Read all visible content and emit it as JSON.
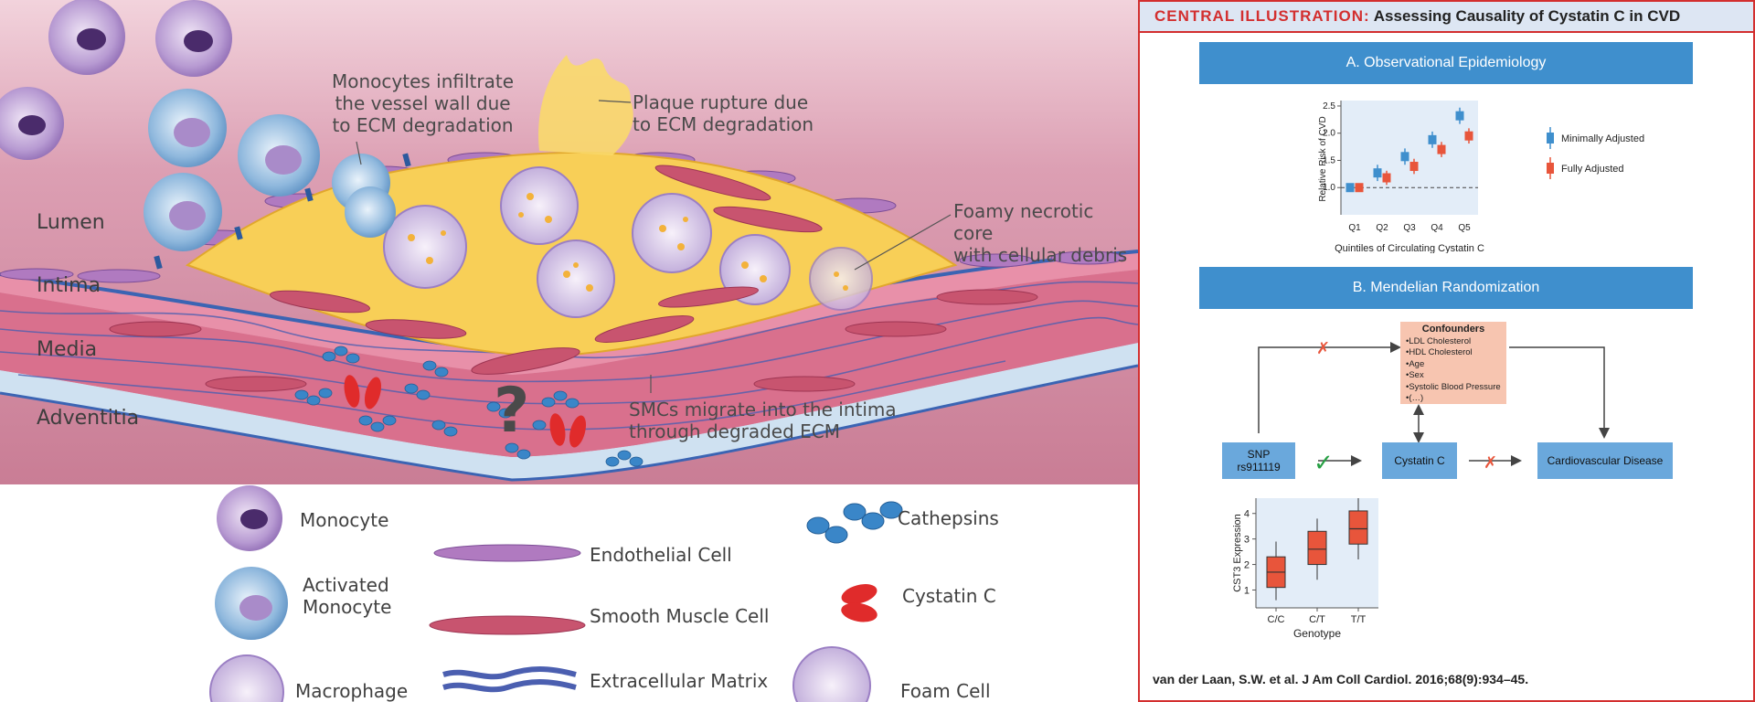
{
  "left_panel": {
    "layers": [
      "Lumen",
      "Intima",
      "Media",
      "Adventitia"
    ],
    "annotations": {
      "monocytes": [
        "Monocytes infiltrate",
        "the vessel wall due",
        "to ECM degradation"
      ],
      "plaque": [
        "Plaque rupture due",
        "to ECM degradation"
      ],
      "foamy": [
        "Foamy necrotic core",
        "with cellular debris"
      ],
      "smc": [
        "SMCs migrate into the intima",
        "through degraded ECM"
      ],
      "question": "?"
    },
    "legend": {
      "monocyte": "Monocyte",
      "activated_monocyte": [
        "Activated",
        "Monocyte"
      ],
      "macrophage": "Macrophage",
      "endothelial": "Endothelial Cell",
      "smooth_muscle": "Smooth Muscle Cell",
      "ecm": "Extracellular Matrix",
      "cathepsins": "Cathepsins",
      "cystatin": "Cystatin C",
      "foam_cell": "Foam Cell"
    }
  },
  "central_illustration": {
    "label": "CENTRAL ILLUSTRATION:",
    "title": "Assessing Causality of Cystatin C in CVD",
    "section_a": "A. Observational Epidemiology",
    "section_b": "B. Mendelian Randomization",
    "citation": "van der Laan, S.W. et al. J Am Coll Cardiol. 2016;68(9):934–45.",
    "mr_diagram": {
      "confounders_title": "Confounders",
      "confounders": [
        "•LDL Cholesterol",
        "•HDL Cholesterol",
        "•Age",
        "•Sex",
        "•Systolic Blood Pressure",
        "•(…)"
      ],
      "snp": [
        "SNP",
        "rs911119"
      ],
      "cystatin": "Cystatin C",
      "cvd": "Cardiovascular Disease",
      "cross_mark": "✗",
      "check_mark": "✓"
    }
  },
  "chart_data": [
    {
      "type": "scatter",
      "x_label": "Quintiles of Circulating Cystatin C",
      "y_label": "Relative Risk of CVD",
      "categories": [
        "Q1",
        "Q2",
        "Q3",
        "Q4",
        "Q5"
      ],
      "y_ticks": [
        "1.0",
        "1.5",
        "2.0",
        "2.5"
      ],
      "ylim": [
        0.5,
        2.6
      ],
      "reference_line": 1.0,
      "legend_placement": "right",
      "series": [
        {
          "name": "Minimally Adjusted",
          "color": "#3f8fcd",
          "values": [
            1.0,
            1.27,
            1.57,
            1.88,
            2.32
          ],
          "low": [
            1.0,
            1.12,
            1.42,
            1.73,
            2.17
          ],
          "high": [
            1.0,
            1.42,
            1.72,
            2.03,
            2.47
          ]
        },
        {
          "name": "Fully Adjusted",
          "color": "#e8553b",
          "values": [
            1.0,
            1.18,
            1.39,
            1.7,
            1.95
          ],
          "low": [
            1.0,
            1.05,
            1.25,
            1.56,
            1.81
          ],
          "high": [
            1.0,
            1.31,
            1.53,
            1.84,
            2.09
          ]
        }
      ]
    },
    {
      "type": "box",
      "x_label": "Genotype",
      "y_label": "CST3 Expression",
      "categories": [
        "C/C",
        "C/T",
        "T/T"
      ],
      "y_ticks": [
        "1",
        "2",
        "3",
        "4"
      ],
      "ylim": [
        0.3,
        4.6
      ],
      "color": "#e8553b",
      "boxes": [
        {
          "min": 0.6,
          "q1": 1.1,
          "median": 1.7,
          "q3": 2.3,
          "max": 2.9
        },
        {
          "min": 1.4,
          "q1": 2.0,
          "median": 2.6,
          "q3": 3.3,
          "max": 3.8
        },
        {
          "min": 2.2,
          "q1": 2.8,
          "median": 3.4,
          "q3": 4.1,
          "max": 4.6
        }
      ]
    }
  ]
}
